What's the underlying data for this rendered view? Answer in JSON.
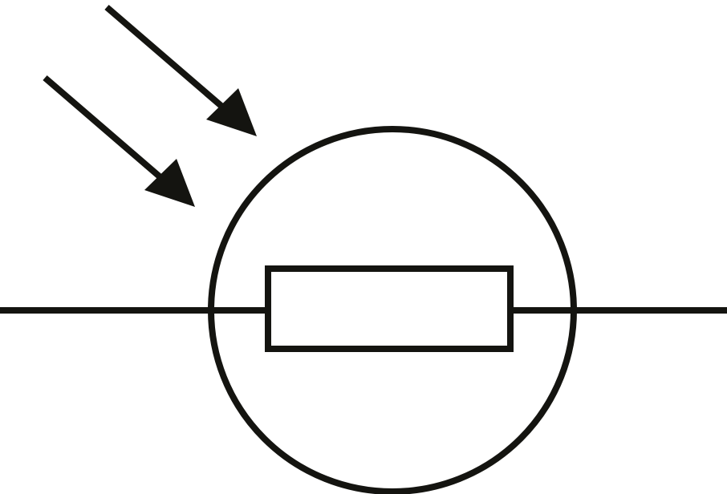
{
  "diagram": {
    "symbol": "light-dependent-resistor",
    "colors": {
      "stroke": "#141410",
      "background": "#ffffff"
    },
    "components": [
      "incoming-light-arrow",
      "incoming-light-arrow",
      "enclosing-circle",
      "resistor-body",
      "lead-wire-left",
      "lead-wire-right"
    ]
  }
}
